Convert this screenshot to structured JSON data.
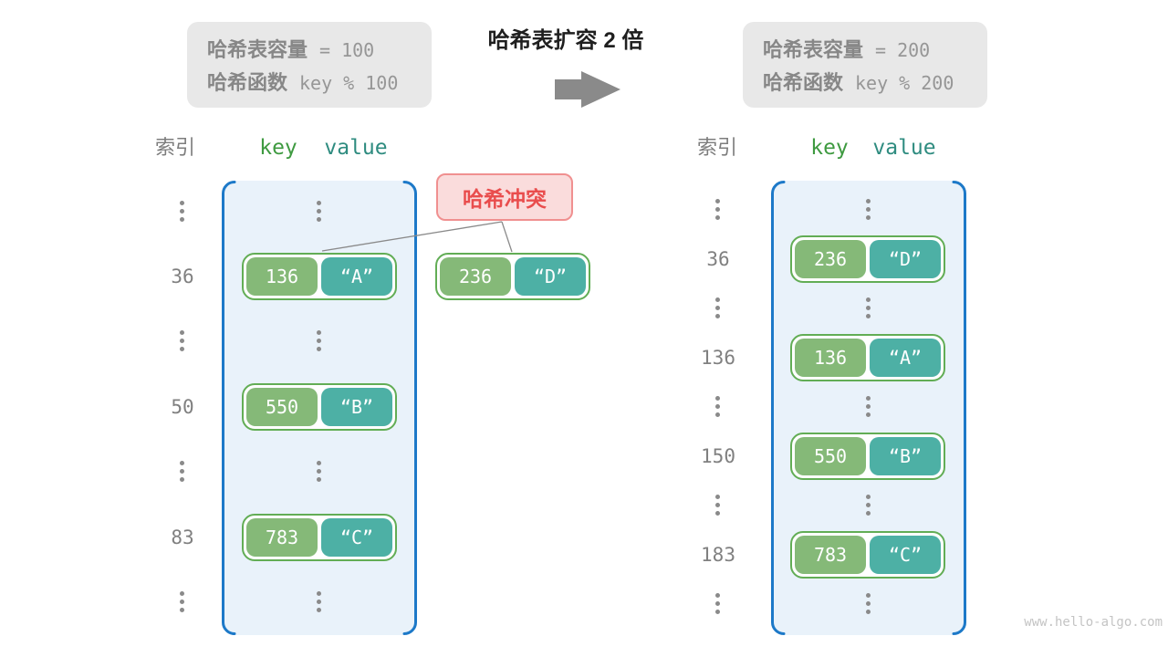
{
  "top": {
    "before_box": {
      "label1": "哈希表容量",
      "value1": "= 100",
      "label2": "哈希函数",
      "value2": "key % 100"
    },
    "title": "哈希表扩容 2 倍",
    "after_box": {
      "label1": "哈希表容量",
      "value1": "= 200",
      "label2": "哈希函数",
      "value2": "key % 200"
    }
  },
  "left_table": {
    "headers": {
      "index": "索引",
      "key": "key",
      "value": "value"
    },
    "pairs": [
      {
        "index": "36",
        "key": "136",
        "value": "“A”"
      },
      {
        "index": "50",
        "key": "550",
        "value": "“B”"
      },
      {
        "index": "83",
        "key": "783",
        "value": "“C”"
      }
    ]
  },
  "right_table": {
    "headers": {
      "index": "索引",
      "key": "key",
      "value": "value"
    },
    "pairs": [
      {
        "index": "36",
        "key": "236",
        "value": "“D”"
      },
      {
        "index": "136",
        "key": "136",
        "value": "“A”"
      },
      {
        "index": "150",
        "key": "550",
        "value": "“B”"
      },
      {
        "index": "183",
        "key": "783",
        "value": "“C”"
      }
    ]
  },
  "collision": {
    "label": "哈希冲突",
    "key": "236",
    "value": "“D”"
  },
  "watermark": "www.hello-algo.com",
  "colors": {
    "bucket_border": "#1d79c8",
    "bucket_fill": "#e9f2fa",
    "pair_border": "#62ad55",
    "key_fill": "#85b978",
    "value_fill": "#4db0a5",
    "header_key": "#3e9a40",
    "header_value": "#2f8c80",
    "collision_bg": "#fadcdc",
    "collision_border": "#f09090",
    "collision_text": "#e94d4d",
    "info_bg": "#e8e8e8",
    "gray_text": "#808080"
  }
}
